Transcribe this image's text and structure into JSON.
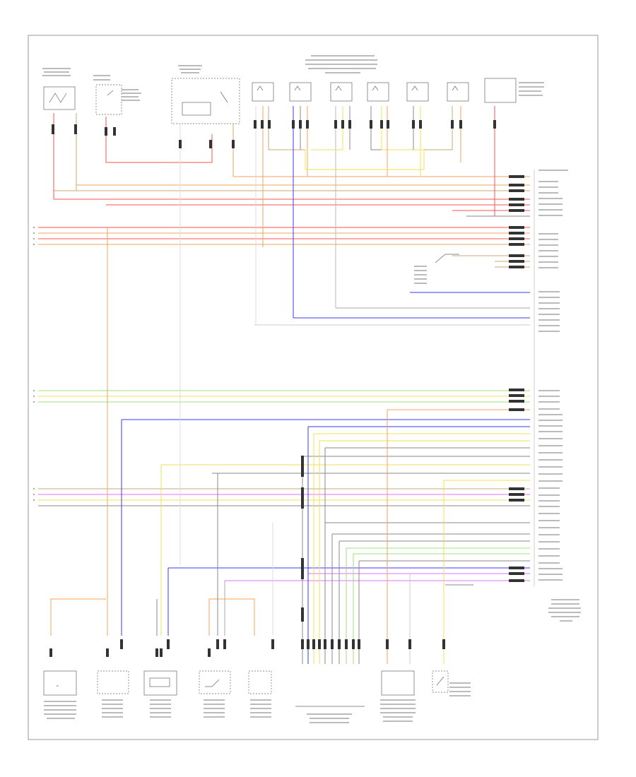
{
  "diagram": {
    "footer_id": "",
    "colors": {
      "red": "#ff5050",
      "orange": "#f5a35a",
      "tan": "#c8a878",
      "yellow": "#f0e050",
      "blue": "#3a3aff",
      "green": "#9fe07a",
      "gray": "#888888",
      "violet": "#e070ff",
      "lightgray": "#cfcfcf",
      "black": "#222222"
    },
    "top_components": [
      {
        "name": "comp-1",
        "icon": "sensor-icon"
      },
      {
        "name": "comp-2",
        "icon": "switch-icon"
      },
      {
        "name": "comp-3",
        "icon": "relay-icon"
      },
      {
        "name": "comp-4",
        "icon": "sensor-icon"
      },
      {
        "name": "comp-5",
        "icon": "sensor-icon"
      },
      {
        "name": "comp-6",
        "icon": "sensor-icon"
      },
      {
        "name": "comp-7",
        "icon": "sensor-icon"
      },
      {
        "name": "comp-8",
        "icon": "sensor-icon"
      },
      {
        "name": "comp-9",
        "icon": "sensor-icon"
      },
      {
        "name": "comp-10",
        "icon": "sensor-icon"
      }
    ],
    "bottom_components": [
      {
        "name": "comp-b1",
        "icon": "motor-icon"
      },
      {
        "name": "comp-b2",
        "icon": "sensor-icon"
      },
      {
        "name": "comp-b3",
        "icon": "sensor-icon"
      },
      {
        "name": "comp-b4",
        "icon": "switch-icon"
      },
      {
        "name": "comp-b5",
        "icon": "sensor-icon"
      },
      {
        "name": "comp-b6",
        "icon": "connector-icon"
      },
      {
        "name": "comp-b7",
        "icon": "motor-icon"
      },
      {
        "name": "comp-b8",
        "icon": "switch-icon"
      }
    ],
    "module": {
      "name": "control-module",
      "icon": "module-icon"
    }
  }
}
